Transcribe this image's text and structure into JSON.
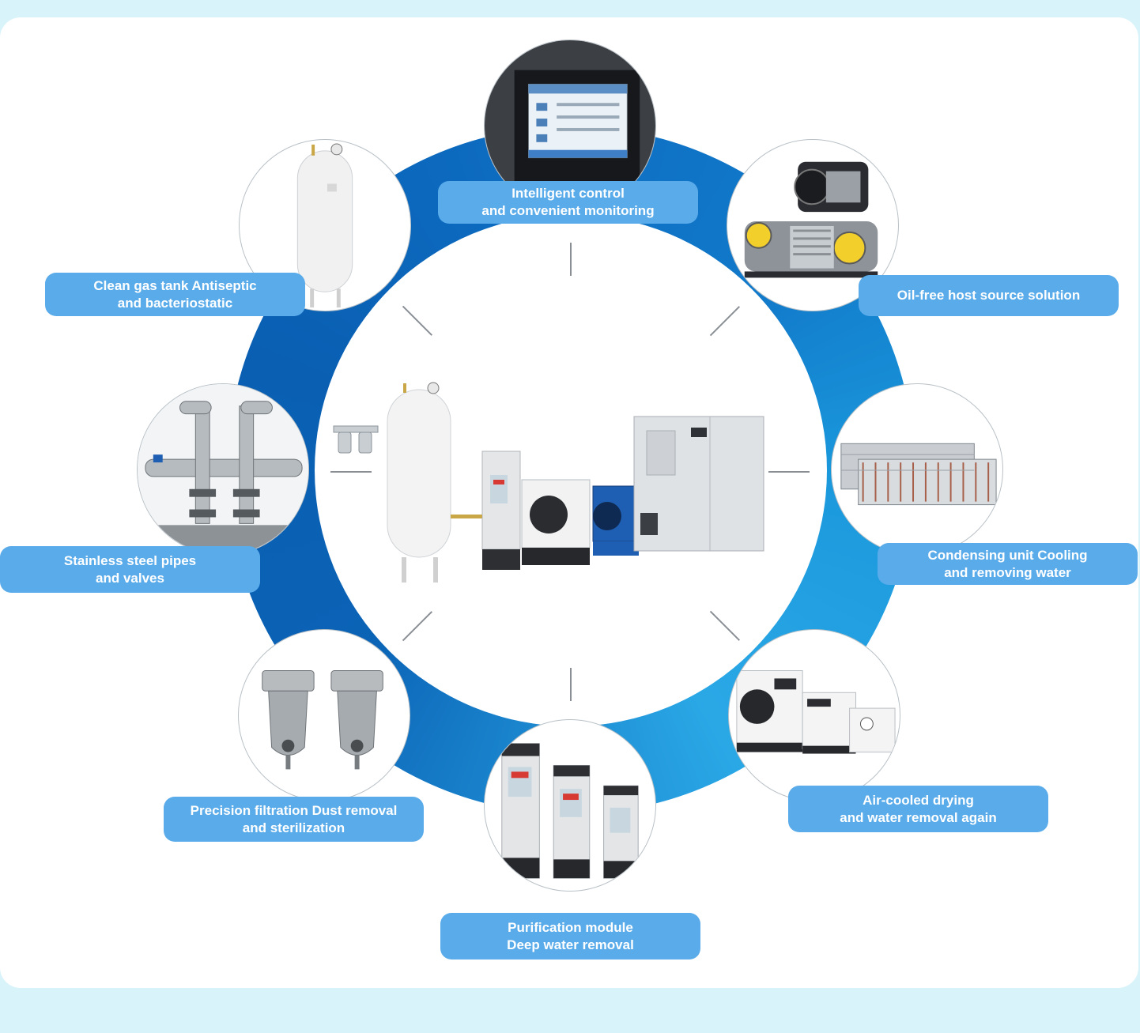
{
  "colors": {
    "page_background": "#d9f3fb",
    "card_background": "#ffffff",
    "ring_dark": "#0a5fb2",
    "ring_light": "#2aa8e6",
    "label_background": "#5aabea",
    "label_text": "#ffffff"
  },
  "center": {
    "icon": "air-compressor-system-illustration"
  },
  "features": [
    {
      "id": "intelligent-control",
      "icon": "touchscreen-control-panel-icon",
      "line1": "Intelligent control",
      "line2": "and convenient monitoring"
    },
    {
      "id": "oil-free-host",
      "icon": "oil-free-compressor-motor-icon",
      "line1": "Oil-free host source solution",
      "line2": ""
    },
    {
      "id": "condensing-unit",
      "icon": "condenser-coil-icon",
      "line1": "Condensing unit Cooling",
      "line2": "and removing water"
    },
    {
      "id": "air-cooled-drying",
      "icon": "refrigerated-air-dryer-icon",
      "line1": "Air-cooled drying",
      "line2": "and water removal again"
    },
    {
      "id": "purification-module",
      "icon": "adsorption-dryer-towers-icon",
      "line1": "Purification module",
      "line2": "Deep water removal"
    },
    {
      "id": "precision-filtration",
      "icon": "precision-filter-housing-icon",
      "line1": "Precision filtration Dust removal",
      "line2": "and sterilization"
    },
    {
      "id": "stainless-pipes",
      "icon": "stainless-steel-pipe-valve-icon",
      "line1": "Stainless steel pipes",
      "line2": "and valves"
    },
    {
      "id": "clean-gas-tank",
      "icon": "gas-storage-tank-icon",
      "line1": "Clean gas tank Antiseptic",
      "line2": "and bacteriostatic"
    }
  ]
}
